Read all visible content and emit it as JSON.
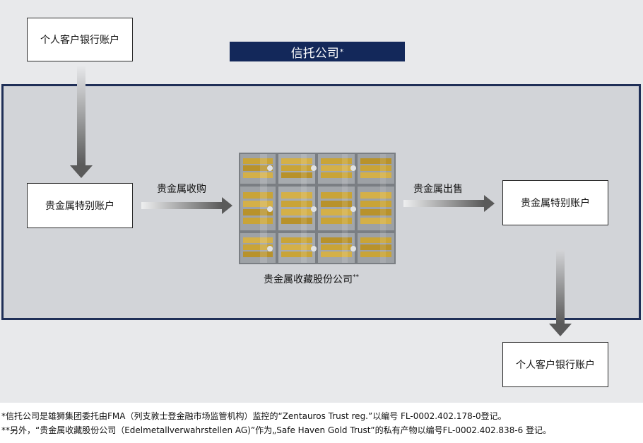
{
  "trust": {
    "label": "信托公司",
    "mark": "*"
  },
  "nodes": {
    "personal_account_top": "个人客户银行账户",
    "special_account_left": "贵金属特别账户",
    "special_account_right": "贵金属特别账户",
    "personal_account_bottom": "个人客户银行账户"
  },
  "flows": {
    "purchase": "贵金属收购",
    "sale": "贵金属出售"
  },
  "storage": {
    "label": "贵金属收藏股份公司",
    "mark": "**"
  },
  "footnotes": {
    "note1": "*信托公司是雄狮集团委托由FMA（列支敦士登金融市场监管机构）监控的“Zentauros Trust reg.”以编号 FL-0002.402.178-0登记。",
    "note2": "**另外，“贵金属收藏股份公司（Edelmetallverwahrstellen AG)”作为„Safe Haven Gold Trust”的私有产物以编号FL-0002.402.838-6 登记。"
  },
  "colors": {
    "trust_border": "#1f2f57",
    "trust_label_bg": "#13285a",
    "arrow_dark": "#5a5a5a",
    "gold": "#c9a437"
  }
}
